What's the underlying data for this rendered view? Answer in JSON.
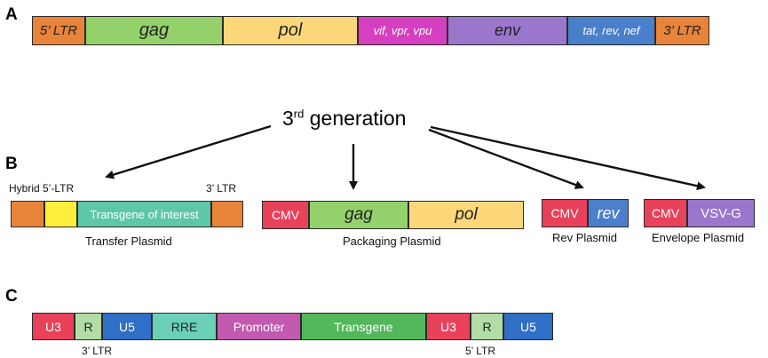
{
  "panels": {
    "a": "A",
    "b": "B",
    "c": "C"
  },
  "panel_a": {
    "segments": [
      {
        "label": "5’ LTR",
        "color": "#e8833a"
      },
      {
        "label": "gag",
        "color": "#94d16a"
      },
      {
        "label": "pol",
        "color": "#fbd77a"
      },
      {
        "label": "vif, vpr, vpu",
        "color": "#d63fbf"
      },
      {
        "label": "env",
        "color": "#9a76cc"
      },
      {
        "label": "tat, rev, nef",
        "color": "#4a7fcc"
      },
      {
        "label": "3’ LTR",
        "color": "#e8833a"
      }
    ]
  },
  "generation": {
    "prefix": "3",
    "superscript": "rd",
    "suffix": " generation"
  },
  "panel_b": {
    "transfer": {
      "hybrid_label": "Hybrid 5’-LTR",
      "ltr3_label": "3’ LTR",
      "transgene_label": "Transgene of interest",
      "caption": "Transfer Plasmid"
    },
    "packaging": {
      "cmv": "CMV",
      "gag": "gag",
      "pol": "pol",
      "caption": "Packaging Plasmid"
    },
    "rev": {
      "cmv": "CMV",
      "rev": "rev",
      "caption": "Rev Plasmid"
    },
    "envelope": {
      "cmv": "CMV",
      "vsvg": "VSV-G",
      "caption": "Envelope Plasmid"
    }
  },
  "panel_c": {
    "segments": [
      {
        "label": "U3",
        "color": "#e8415a"
      },
      {
        "label": "R",
        "color": "#b3dca6"
      },
      {
        "label": "U5",
        "color": "#2f6fc6"
      },
      {
        "label": "RRE",
        "color": "#6ad1b7"
      },
      {
        "label": "Promoter",
        "color": "#c25ab0"
      },
      {
        "label": "Transgene",
        "color": "#52b85b"
      },
      {
        "label": "U3",
        "color": "#e8415a"
      },
      {
        "label": "R",
        "color": "#b3dca6"
      },
      {
        "label": "U5",
        "color": "#2f6fc6"
      }
    ],
    "ltr3_caption": "3’ LTR",
    "ltr5_caption": "5’ LTR"
  },
  "colors": {
    "ltr": "#e8833a",
    "gag": "#94d16a",
    "pol": "#fbd77a",
    "cmv": "#e8415a",
    "rev": "#4a7fcc",
    "vsvg": "#9a76cc",
    "transgene_interest": "#5ec7a8",
    "hybrid_yellow": "#ffee3a"
  }
}
